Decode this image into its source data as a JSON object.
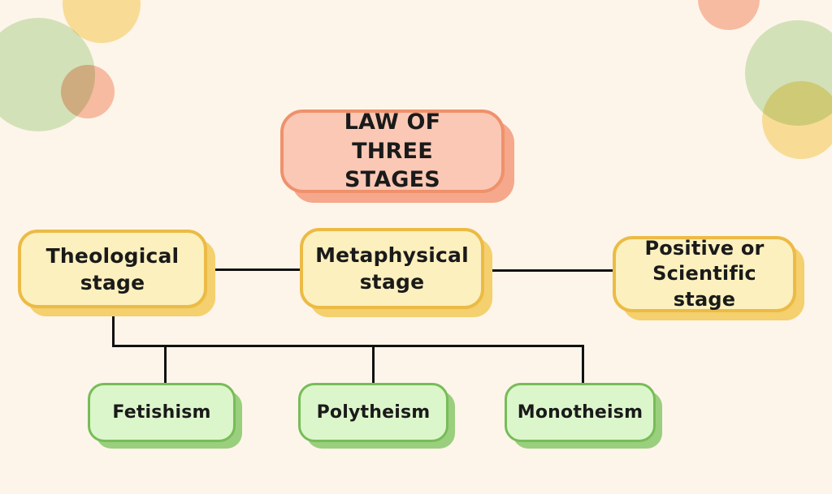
{
  "diagram": {
    "title": "LAW OF THREE STAGES",
    "level1": [
      {
        "label": "Theological stage"
      },
      {
        "label": "Metaphysical stage"
      },
      {
        "label": "Positive or Scientific stage"
      }
    ],
    "level2": [
      {
        "label": "Fetishism"
      },
      {
        "label": "Polytheism"
      },
      {
        "label": "Monotheism"
      }
    ]
  },
  "colors": {
    "background": "#FDF5EA",
    "text": "#1A1A1A",
    "line": "#111111",
    "pink_fill": "#FAC8B5",
    "pink_border": "#EF916C",
    "pink_shadow": "#F5A88B",
    "yellow_fill": "#FCF0BE",
    "yellow_border": "#ECBB45",
    "yellow_shadow": "#F4D06E",
    "green_fill": "#DCF6CB",
    "green_border": "#77BC58",
    "green_shadow": "#9ACF7D",
    "deco_green": "#D5EBC9",
    "deco_yellow": "#FAE5A4",
    "deco_pink": "#F9C3B0"
  }
}
